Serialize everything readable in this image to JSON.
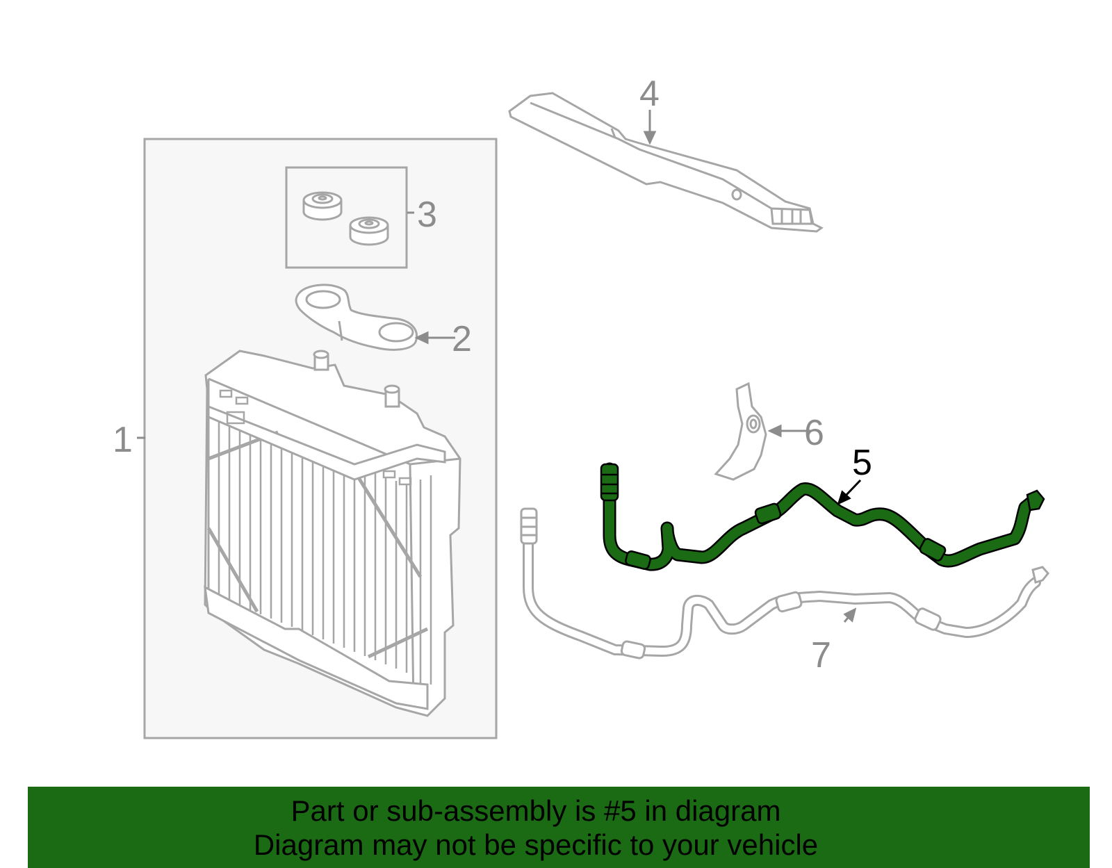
{
  "callouts": {
    "c1": "1",
    "c2": "2",
    "c3": "3",
    "c4": "4",
    "c5": "5",
    "c6": "6",
    "c7": "7"
  },
  "highlighted_part": "5",
  "colors": {
    "highlight": "#1b6b14",
    "outline": "#a6a6a6",
    "banner_bg": "#1b6b14"
  },
  "banner": {
    "line1": "Part or sub-assembly is #5 in diagram",
    "line2": "Diagram may not be specific to your vehicle"
  }
}
